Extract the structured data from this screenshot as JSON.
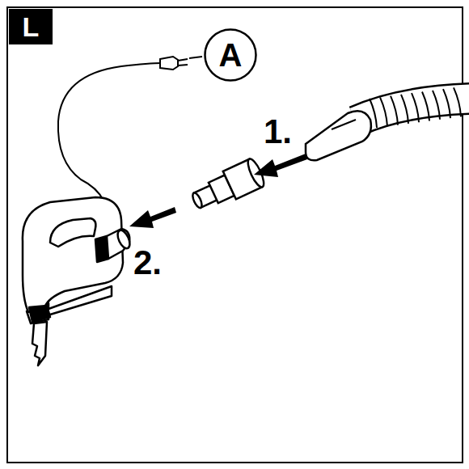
{
  "diagram": {
    "nodes": [
      {
        "text": [
          "L"
        ]
      },
      {
        "text": [
          "A"
        ]
      }
    ],
    "labels": [
      "1.",
      "2."
    ]
  }
}
